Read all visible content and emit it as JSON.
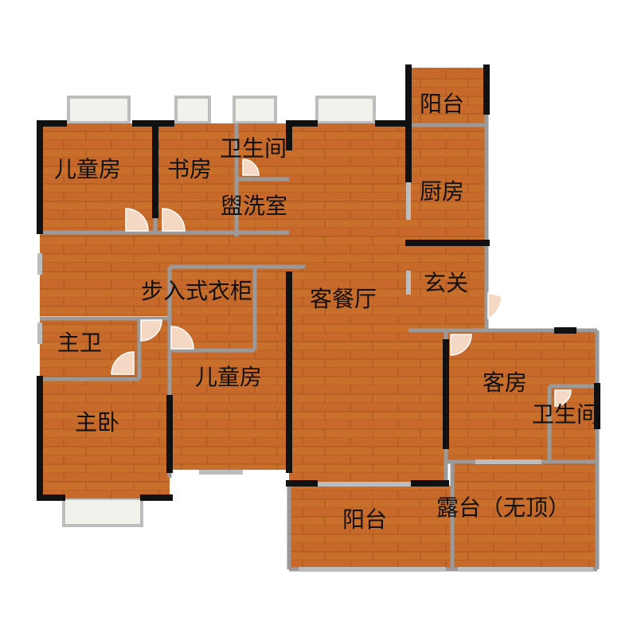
{
  "colors": {
    "floor": "#c96f2c",
    "floor_line": "#a9571f",
    "wall": "#111111",
    "partition": "#9a9a9a",
    "window_frame": "#bdbdbd",
    "window_fill": "#f2f2ec",
    "label": "#111111"
  },
  "rooms": {
    "kids_room_1": "儿童房",
    "study": "书房",
    "bathroom_1": "卫生间",
    "washroom": "盥洗室",
    "balcony_north": "阳台",
    "kitchen": "厨房",
    "foyer": "玄关",
    "walk_in_closet": "步入式衣柜",
    "living_dining": "客餐厅",
    "master_bath": "主卫",
    "kids_room_2": "儿童房",
    "master_bedroom": "主卧",
    "guest_room": "客房",
    "bathroom_2": "卫生间",
    "balcony_south": "阳台",
    "terrace": "露台（无顶）"
  }
}
